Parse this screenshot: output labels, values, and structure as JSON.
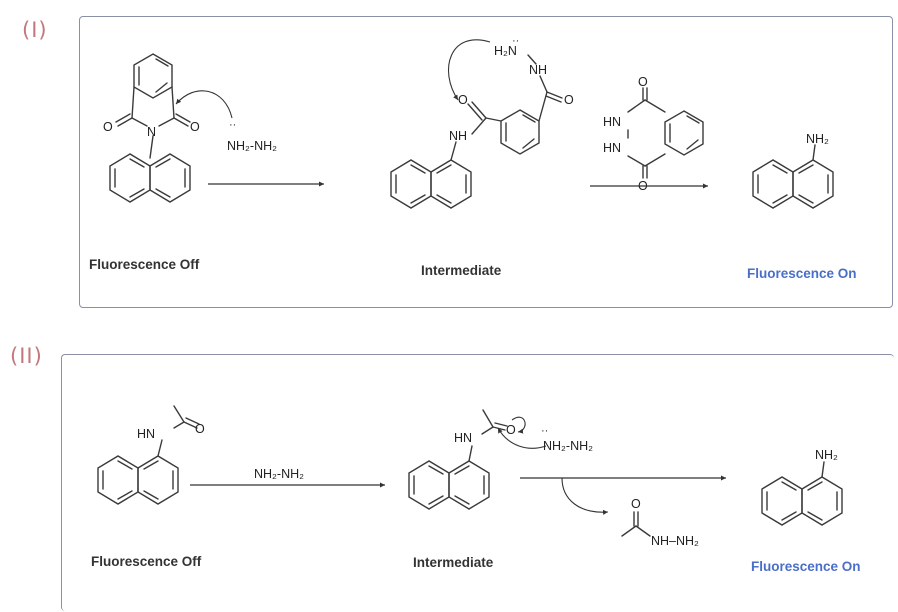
{
  "panel1": {
    "label": "(I)",
    "reagent": "NH₂-NH₂",
    "atoms": {
      "o_left": "O",
      "n_imide": "N",
      "o_right": "O",
      "nh_amide": "NH",
      "o_amide": "O",
      "o_hydrazide": "O",
      "h2n": "H₂N",
      "nh": "NH",
      "hn_top": "HN",
      "hn_bottom": "HN",
      "o_top": "O",
      "o_bottom": "O",
      "nh2_product": "NH₂"
    },
    "captions": {
      "start": "Fluorescence Off",
      "middle": "Intermediate",
      "end": "Fluorescence On"
    }
  },
  "panel2": {
    "label": "(II)",
    "reagent": "NH₂-NH₂",
    "atoms": {
      "hn_start": "HN",
      "o_start": "O",
      "hn_int": "HN",
      "o_int": "O",
      "nh2nh2_int": "NH₂-NH₂",
      "o_byproduct": "O",
      "nh_nh2_byproduct": "NH–NH₂",
      "nh2_product": "NH₂"
    },
    "captions": {
      "start": "Fluorescence Off",
      "middle": "Intermediate",
      "end": "Fluorescence On"
    }
  },
  "colors": {
    "label": "#c2787d",
    "fluorescence_on": "#4a6fc7",
    "caption": "#333333",
    "frame": "#8a90a6"
  }
}
